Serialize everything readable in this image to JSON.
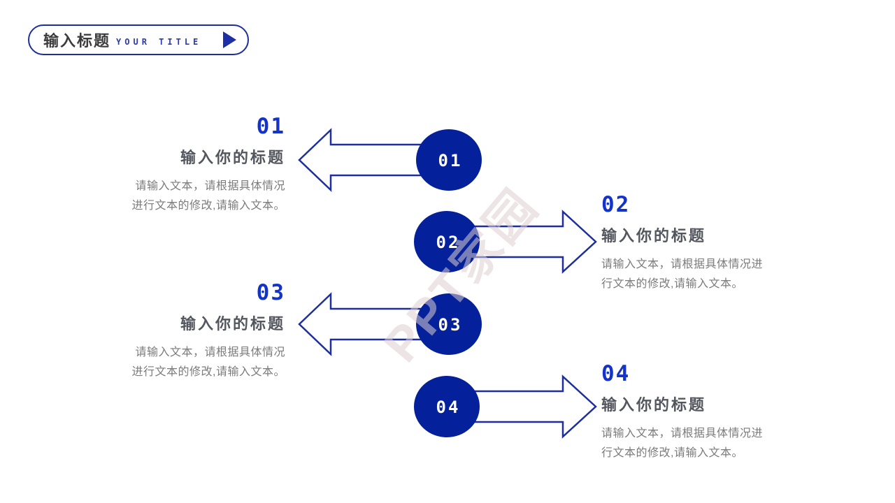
{
  "header": {
    "title_cn": "输入标题",
    "title_en": "YOUR TITLE"
  },
  "watermark": {
    "text": "PPT家园"
  },
  "colors": {
    "circle_navy": "#04219b",
    "arrow_outline_blue": "#1d2f9f",
    "step_number_blue": "#1433c8",
    "title_gray": "#53565e",
    "body_gray": "#7b7b7b"
  },
  "items": [
    {
      "number": "01",
      "title": "输入你的标题",
      "body_lines": [
        "请输入文本，请根据具体情况",
        "进行文本的修改,请输入文本。"
      ],
      "side": "left"
    },
    {
      "number": "02",
      "title": "输入你的标题",
      "body_lines": [
        "请输入文本，请根据具体情况进",
        "行文本的修改,请输入文本。"
      ],
      "side": "right"
    },
    {
      "number": "03",
      "title": "输入你的标题",
      "body_lines": [
        "请输入文本，请根据具体情况",
        "进行文本的修改,请输入文本。"
      ],
      "side": "left"
    },
    {
      "number": "04",
      "title": "输入你的标题",
      "body_lines": [
        "请输入文本，请根据具体情况进",
        "行文本的修改,请输入文本。"
      ],
      "side": "right"
    }
  ]
}
